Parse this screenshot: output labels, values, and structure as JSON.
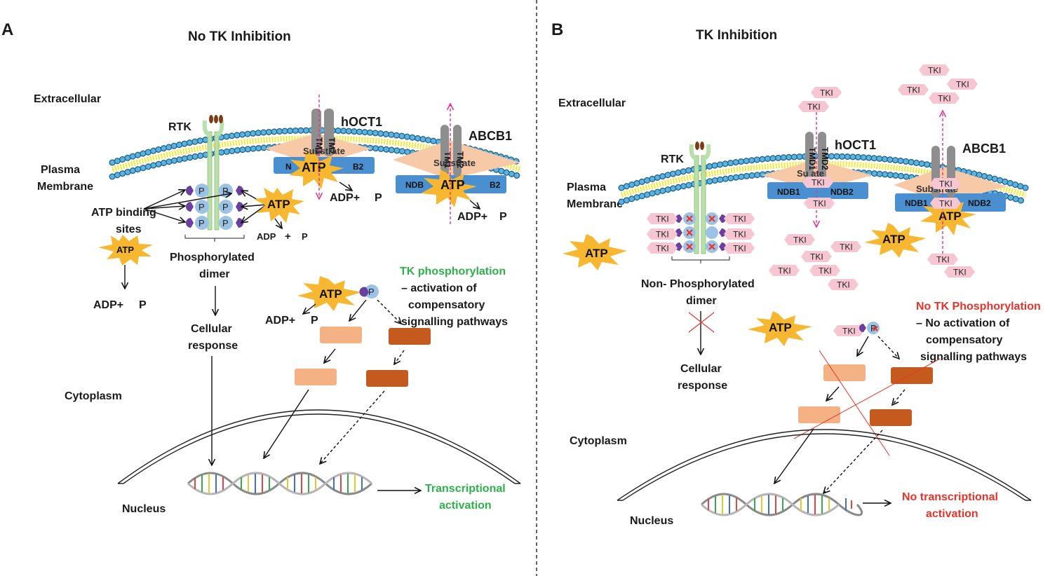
{
  "panels": {
    "A": {
      "letter": "A",
      "title": "No TK Inhibition",
      "extracellular": "Extracellular",
      "plasma_membrane": [
        "Plasma",
        "Membrane"
      ],
      "rtk": "RTK",
      "hoct1": "hOCT1",
      "abcb1": "ABCB1",
      "tm1": "TM1",
      "tm2": "TM2",
      "substrate": "Substrate",
      "ndb1_partial": "N",
      "ndb2_partial": "B2",
      "ndb1_abcb": "NDB",
      "ndb2_abcb": "B2",
      "atp": "ATP",
      "adp_plus": "ADP+",
      "p": "P",
      "adp_small": "ADP",
      "plus_small": "+",
      "atp_binding": [
        "ATP binding",
        "sites"
      ],
      "phospho_dimer": [
        "Phosphorylated",
        "dimer"
      ],
      "cellular_response": [
        "Cellular",
        "response"
      ],
      "tk_phos": "TK phosphorylation",
      "tk_phos_rest": [
        "–  activation of",
        "compensatory",
        "signalling pathways"
      ],
      "cytoplasm": "Cytoplasm",
      "nucleus": "Nucleus",
      "outcome": [
        "Transcriptional",
        "activation"
      ]
    },
    "B": {
      "letter": "B",
      "title": "TK Inhibition",
      "extracellular": "Extracellular",
      "plasma_membrane": [
        "Plasma",
        "Membrane"
      ],
      "rtk": "RTK",
      "hoct1": "hOCT1",
      "abcb1": "ABCB1",
      "tmd1": "TMD1",
      "tmd2": "TMD2",
      "substrate": "Substrate",
      "substrate_partial": "Su    ate",
      "ndb1": "NDB1",
      "ndb2": "NDB2",
      "atp": "ATP",
      "tki": "TKI",
      "p": "P",
      "non_phospho_dimer": [
        "Non- Phosphorylated",
        "dimer"
      ],
      "cellular_response": [
        "Cellular",
        "response"
      ],
      "no_tk_phos": "No TK Phosphorylation",
      "no_tk_phos_rest": [
        "– No activation of",
        "compensatory",
        "signalling pathways"
      ],
      "cytoplasm": "Cytoplasm",
      "nucleus": "Nucleus",
      "outcome": [
        "No transcriptional",
        "activation"
      ]
    }
  },
  "colors": {
    "green_text": "#2db14a",
    "red_text": "#e8332a",
    "atp_star": "#f7b731",
    "tki_fill": "#f6c6d3",
    "light_box": "#f4b183",
    "dark_box": "#c55a1f",
    "ndb_blue": "#4a8fcf",
    "membrane_head": "#5ab3e0",
    "membrane_tail": "#f2e93a",
    "receptor_green": "#b9dfaa",
    "phospho_circle": "#9cc3e6",
    "binding_site": "#6a3fa0",
    "pink_arrow": "#e8338a",
    "substrate_fill": "#f7c9a6",
    "tm_grey": "#8e8e8e"
  }
}
